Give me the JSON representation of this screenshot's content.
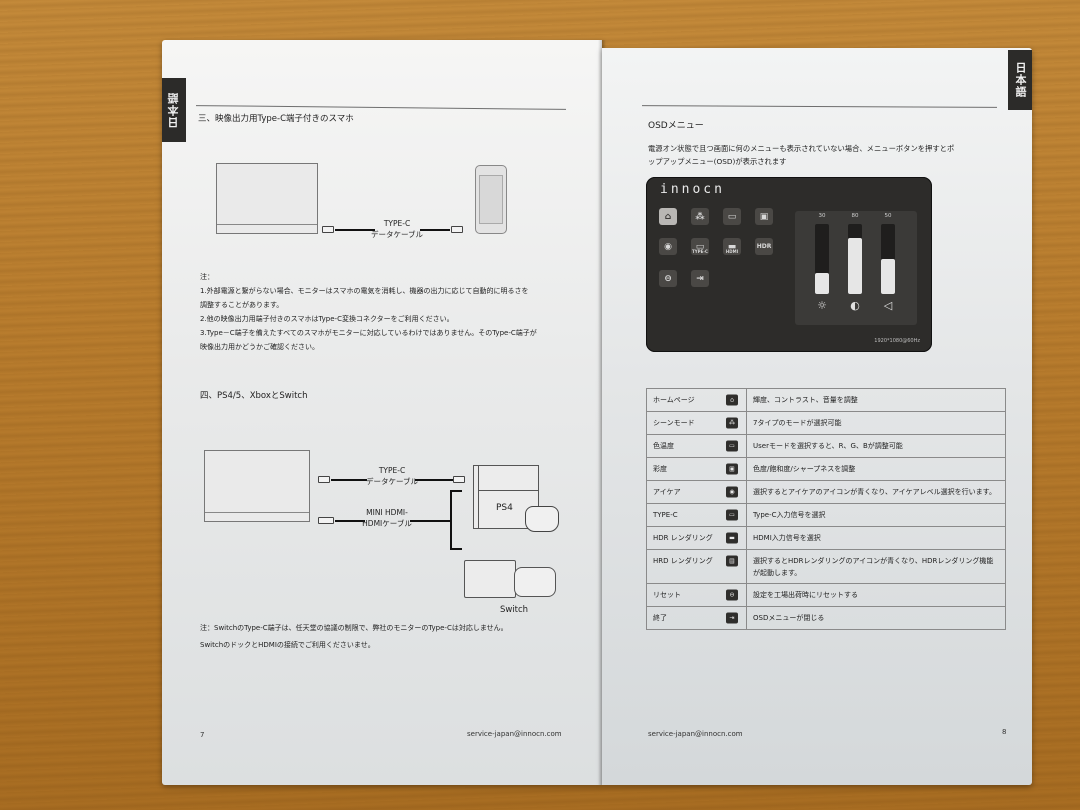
{
  "language_tab": "日本語",
  "left_page": {
    "section3": {
      "title": "三、映像出力用Type-C端子付きのスマホ",
      "diagram": {
        "cable_label_line1": "TYPE-C",
        "cable_label_line2": "データケーブル"
      },
      "notes_label": "注：",
      "notes": [
        "1.外部電源と繋がらない場合、モニターはスマホの電気を消耗し、機器の出力に応じて自動的に明るさを",
        "調整することがあります。",
        "2.他の映像出力用端子付きのスマホはType-C変換コネクターをご利用ください。",
        "3.Type－C端子を備えたすべてのスマホがモニターに対応しているわけではありません。そのType-C端子が",
        "映像出力用かどうかご確認ください。"
      ]
    },
    "section4": {
      "title": "四、PS4/5、XboxとSwitch",
      "diagram": {
        "cable1_line1": "TYPE-C",
        "cable1_line2": "データケーブル",
        "cable2_line1": "MINI HDMI-",
        "cable2_line2": "HDMIケーブル",
        "device1": "PS4",
        "device2": "Switch"
      },
      "note_line1": "注：SwitchのType-C端子は、任天堂の協議の制限で、弊社のモニターのType-Cは対応しません。",
      "note_line2": "SwitchのドックとHDMIの接続でご利用くださいませ。"
    },
    "page_number": "7",
    "email": "service-japan@innocn.com"
  },
  "right_page": {
    "title": "OSDメニュー",
    "intro_line1": "電源オン状態で且つ画面に何のメニューも表示されていない場合、メニューボタンを押すとポ",
    "intro_line2": "ップアップメニュー(OSD)が表示されます",
    "osd": {
      "logo": "innocn",
      "icons": [
        {
          "name": "home",
          "glyph": "⌂"
        },
        {
          "name": "scene-mode",
          "glyph": "⁂"
        },
        {
          "name": "color-temp",
          "glyph": "▭"
        },
        {
          "name": "saturation",
          "glyph": "▣"
        },
        {
          "name": "eye-care",
          "glyph": "◉"
        },
        {
          "name": "type-c",
          "glyph": "▭",
          "label": "TYPE-C"
        },
        {
          "name": "hdmi",
          "glyph": "▬",
          "label": "HDMI"
        },
        {
          "name": "hdr",
          "glyph": "HDR"
        },
        {
          "name": "reset",
          "glyph": "⊖"
        },
        {
          "name": "exit",
          "glyph": "⇥"
        }
      ],
      "sliders": [
        {
          "name": "brightness",
          "value": "30",
          "percent": 30,
          "icon": "☼"
        },
        {
          "name": "contrast",
          "value": "80",
          "percent": 80,
          "icon": "◐"
        },
        {
          "name": "volume",
          "value": "50",
          "percent": 50,
          "icon": "◁"
        }
      ],
      "resolution": "1920*1080@60Hz"
    },
    "table": [
      {
        "name": "ホームページ",
        "icon": "⌂",
        "desc": "輝度、コントラスト、音量を調整"
      },
      {
        "name": "シーンモード",
        "icon": "⁂",
        "desc": "7タイプのモードが選択可能"
      },
      {
        "name": "色温度",
        "icon": "▭",
        "desc": "Userモードを選択すると、R、G、Bが調整可能"
      },
      {
        "name": "彩度",
        "icon": "▣",
        "desc": "色度/飽和度/シャープネスを調整"
      },
      {
        "name": "アイケア",
        "icon": "◉",
        "desc": "選択するとアイケアのアイコンが青くなり、アイケアレベル選択を行います。"
      },
      {
        "name": "TYPE-C",
        "icon": "▭",
        "desc": "Type-C入力信号を選択"
      },
      {
        "name": "HDR レンダリング",
        "icon": "▬",
        "desc": "HDMI入力信号を選択"
      },
      {
        "name": "HRD レンダリング",
        "icon": "▤",
        "desc": "選択するとHDRレンダリングのアイコンが青くなり、HDRレンダリング機能が起動します。"
      },
      {
        "name": "リセット",
        "icon": "⊖",
        "desc": "設定を工場出荷時にリセットする"
      },
      {
        "name": "終了",
        "icon": "⇥",
        "desc": "OSDメニューが閉じる"
      }
    ],
    "email": "service-japan@innocn.com",
    "page_number": "8"
  }
}
